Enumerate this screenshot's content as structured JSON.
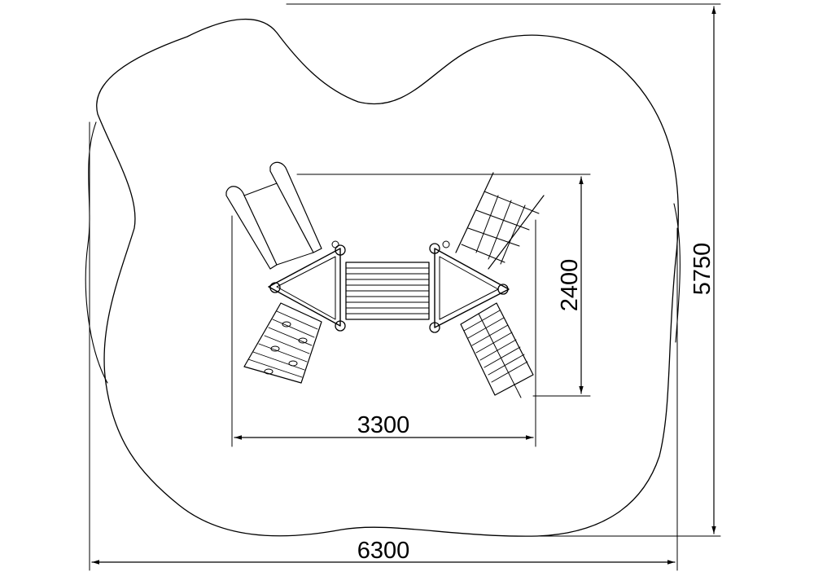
{
  "dimensions": {
    "total_width": "6300",
    "total_depth": "5750",
    "structure_width": "3300",
    "structure_depth": "2400"
  },
  "colors": {
    "line": "#000000",
    "background": "#ffffff"
  }
}
